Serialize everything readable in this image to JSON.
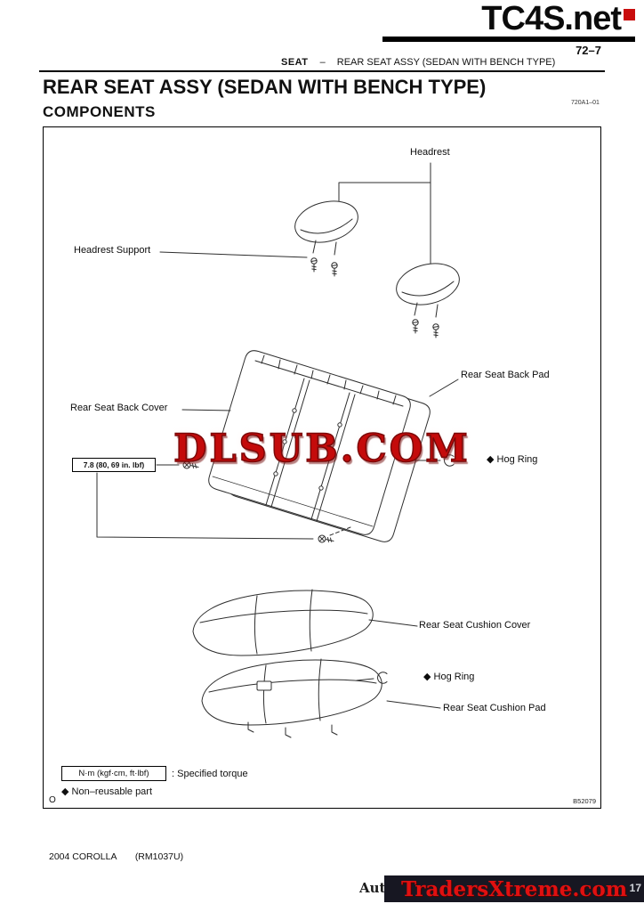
{
  "branding": {
    "top_logo": "TC4S.net",
    "watermark": "DLSUB.COM",
    "bottom_banner": "TradersXtreme.com",
    "accent_red": "#c90d0d"
  },
  "header": {
    "page_number": "72–7",
    "running_section": "SEAT",
    "running_separator": "–",
    "running_title": "REAR SEAT ASSY (SEDAN WITH BENCH TYPE)"
  },
  "content": {
    "title": "REAR SEAT ASSY (SEDAN WITH BENCH TYPE)",
    "section_heading": "COMPONENTS",
    "doc_code": "720A1–01"
  },
  "diagram": {
    "labels": {
      "headrest": "Headrest",
      "headrest_support": "Headrest Support",
      "rear_seat_back_pad": "Rear Seat Back Pad",
      "rear_seat_back_cover": "Rear Seat Back Cover",
      "torque_value": "7.8 (80, 69 in. lbf)",
      "hog_ring_upper": "◆ Hog Ring",
      "rear_seat_cushion_cover": "Rear Seat Cushion Cover",
      "hog_ring_lower": "◆ Hog Ring",
      "rear_seat_cushion_pad": "Rear Seat Cushion Pad"
    },
    "legend": {
      "torque_unit_box": "N·m (kgf·cm, ft·lbf)",
      "torque_meaning": ": Specified torque",
      "non_reusable": "◆ Non–reusable part",
      "corner_mark": "O"
    },
    "figure_code": "B52079"
  },
  "footer": {
    "model": "2004 COROLLA",
    "manual_code": "(RM1037U)",
    "partial_text": "Auth",
    "partial_number": "17"
  }
}
